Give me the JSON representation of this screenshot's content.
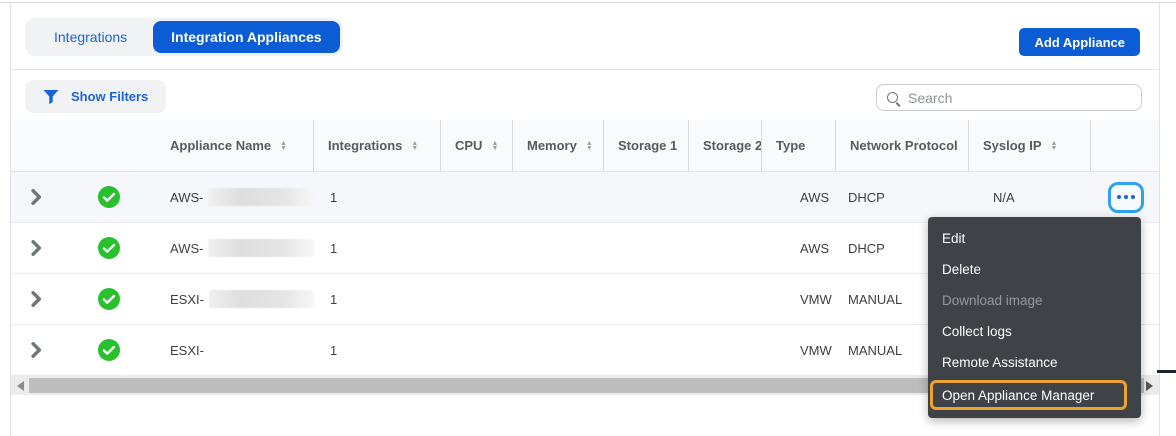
{
  "tabs": {
    "integrations": "Integrations",
    "integration_appliances": "Integration Appliances"
  },
  "toolbar": {
    "add_appliance": "Add Appliance",
    "show_filters": "Show Filters",
    "search_placeholder": "Search"
  },
  "table": {
    "columns": [
      {
        "label": "Appliance Name",
        "sortable": true
      },
      {
        "label": "Integrations",
        "sortable": true
      },
      {
        "label": "CPU",
        "sortable": true
      },
      {
        "label": "Memory",
        "sortable": true
      },
      {
        "label": "Storage 1",
        "sortable": false
      },
      {
        "label": "Storage 2",
        "sortable": true
      },
      {
        "label": "Type",
        "sortable": false
      },
      {
        "label": "Network Protocol",
        "sortable": false
      },
      {
        "label": "Syslog IP",
        "sortable": true
      }
    ],
    "rows": [
      {
        "status": "healthy",
        "name": "AWS-",
        "name_redacted": true,
        "integrations": "1",
        "type": "AWS",
        "network_protocol": "DHCP",
        "syslog_ip": "N/A"
      },
      {
        "status": "healthy",
        "name": "AWS-",
        "name_redacted": true,
        "integrations": "1",
        "type": "AWS",
        "network_protocol": "DHCP",
        "syslog_ip": ""
      },
      {
        "status": "healthy",
        "name": "ESXI-",
        "name_redacted": true,
        "integrations": "1",
        "type": "VMW",
        "network_protocol": "MANUAL",
        "syslog_ip": ""
      },
      {
        "status": "healthy",
        "name": "ESXI-",
        "name_redacted": false,
        "integrations": "1",
        "type": "VMW",
        "network_protocol": "MANUAL",
        "syslog_ip": ""
      }
    ]
  },
  "menu": {
    "items": [
      {
        "label": "Edit",
        "disabled": false,
        "highlighted": false
      },
      {
        "label": "Delete",
        "disabled": false,
        "highlighted": false
      },
      {
        "label": "Download image",
        "disabled": true,
        "highlighted": false
      },
      {
        "label": "Collect logs",
        "disabled": false,
        "highlighted": false
      },
      {
        "label": "Remote Assistance",
        "disabled": false,
        "highlighted": false
      },
      {
        "label": "Open Appliance Manager",
        "disabled": false,
        "highlighted": true
      }
    ]
  },
  "icons": {
    "filter": "funnel-icon",
    "search": "magnifier-icon",
    "row_expand": "chevron-right-icon",
    "row_status": "check-circle-icon",
    "row_actions": "ellipsis-icon"
  },
  "colors": {
    "primary_blue": "#0b5cd5",
    "link_blue": "#1b64d8",
    "success_green": "#28c02c",
    "focus_border_blue": "#2ea1f2",
    "menu_background": "#3f4246",
    "highlight_orange": "#eda22f"
  }
}
